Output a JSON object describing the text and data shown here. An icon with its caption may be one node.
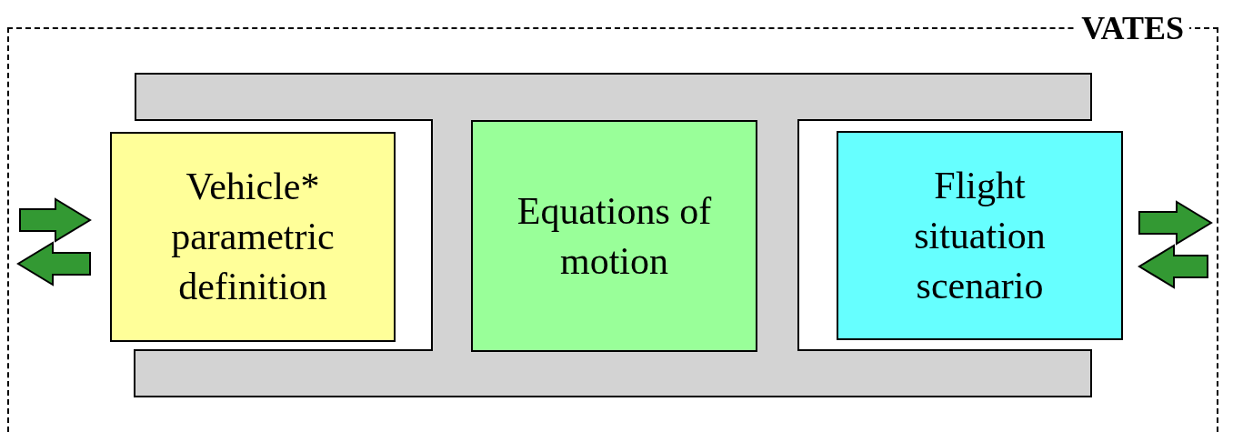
{
  "diagram": {
    "nodes": [
      {
        "text": [
          "VATES"
        ]
      },
      {
        "text": [],
        "shape": "frame",
        "in": 0
      },
      {
        "text": [
          "Vehicle* parametric definition"
        ],
        "in": 0
      },
      {
        "text": [
          "Equations of motion"
        ],
        "in": 1
      },
      {
        "text": [
          "Flight situation scenario"
        ],
        "in": 0
      }
    ],
    "edges": [
      {
        "from": null,
        "to": 2,
        "arrow": "to",
        "style": "thick",
        "color": "#339933"
      },
      {
        "from": 2,
        "to": null,
        "arrow": "to",
        "style": "thick",
        "color": "#339933"
      },
      {
        "from": 4,
        "to": null,
        "arrow": "to",
        "style": "thick",
        "color": "#339933"
      },
      {
        "from": null,
        "to": 4,
        "arrow": "to",
        "style": "thick",
        "color": "#339933"
      }
    ]
  }
}
